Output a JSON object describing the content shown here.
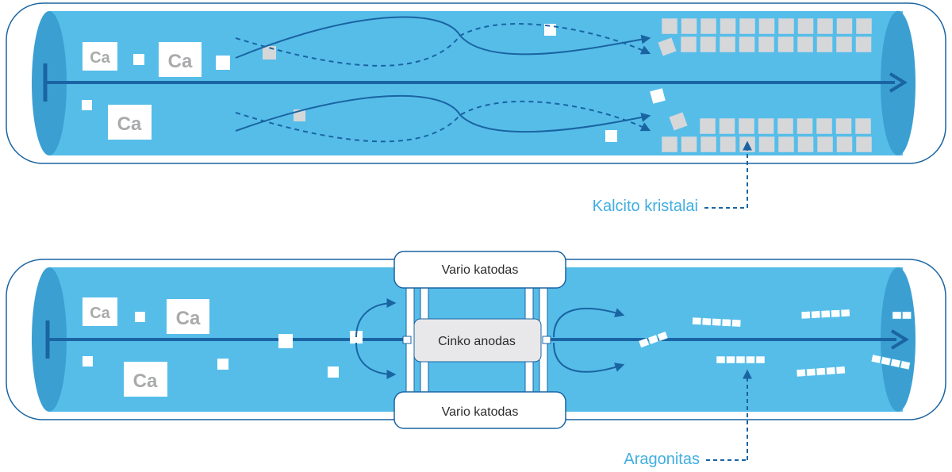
{
  "colors": {
    "water": "#56bde9",
    "pipe_end": "#3b9fd2",
    "arrow": "#1a64a2",
    "outline": "#1a64a2",
    "crystal": "#d6d7d9",
    "label_text": "#41aee1",
    "ca_text": "#a9aaac"
  },
  "top_panel": {
    "ca_labels": [
      "Ca",
      "Ca",
      "Ca"
    ],
    "callout_label": "Kalcito kristalai"
  },
  "bottom_panel": {
    "ca_labels": [
      "Ca",
      "Ca",
      "Ca"
    ],
    "cathode_top_label": "Vario katodas",
    "cathode_bottom_label": "Vario katodas",
    "anode_label": "Cinko anodas",
    "callout_label": "Aragonitas"
  }
}
